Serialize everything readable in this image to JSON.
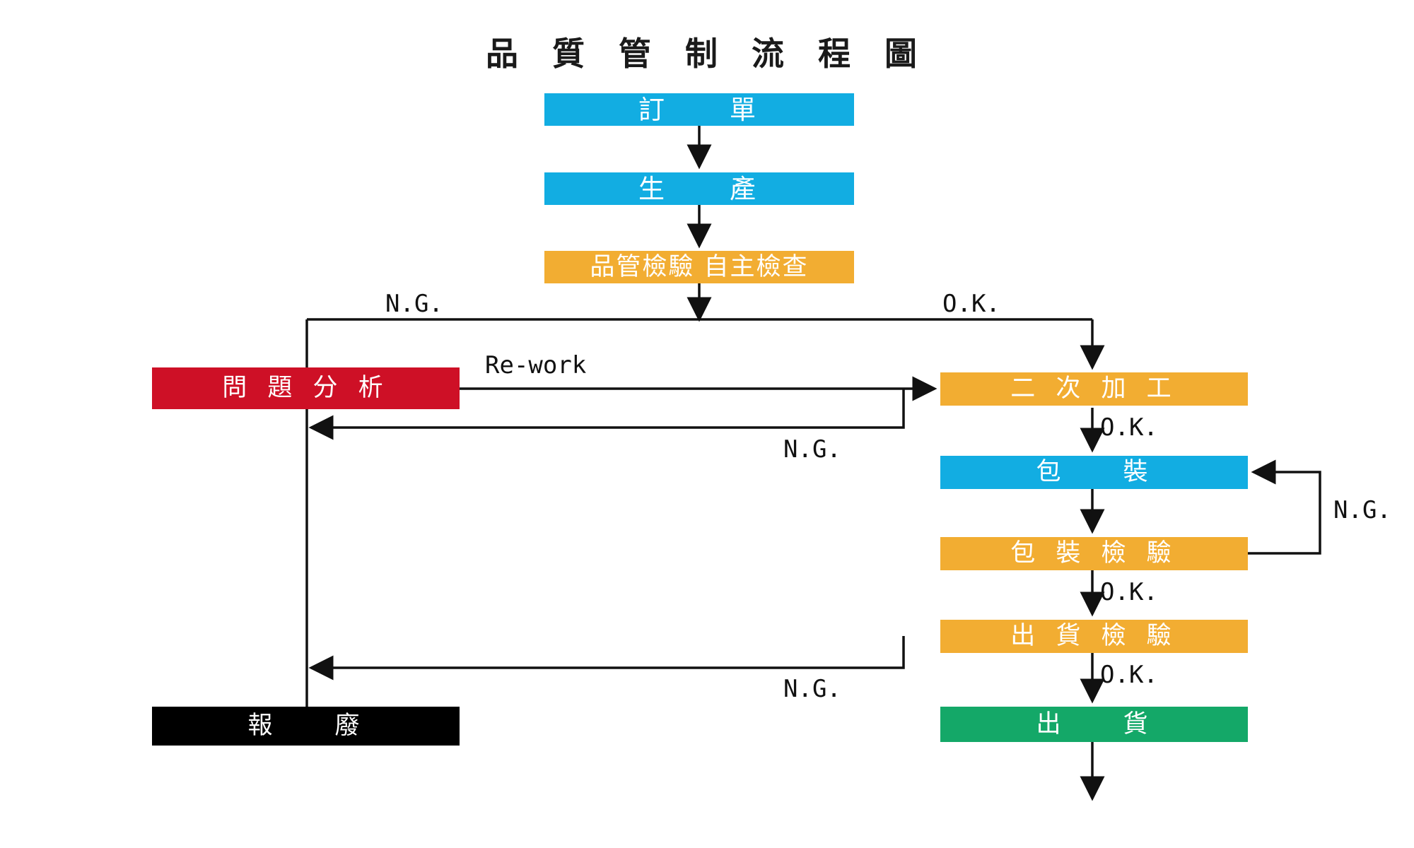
{
  "title": "品 質 管 制 流 程 圖",
  "colors": {
    "blue": "#12ADE2",
    "orange": "#F2AD32",
    "red": "#CE1026",
    "green": "#14A868",
    "black": "#000000",
    "line": "#111111",
    "text_on_fill": "#FFFFFF"
  },
  "nodes": {
    "order": "訂　　單",
    "production": "生　　產",
    "qc_inspection": "品管檢驗 自主檢查",
    "problem_analysis": "問 題 分 析",
    "secondary_processing": "二 次 加 工",
    "packaging": "包　　裝",
    "packaging_inspection": "包 裝 檢 驗",
    "shipping_inspection": "出 貨 檢 驗",
    "shipping": "出　　貨",
    "scrap": "報　　廢"
  },
  "edge_labels": {
    "qc_ng": "N.G.",
    "qc_ok": "O.K.",
    "rework": "Re-work",
    "secondary_ng": "N.G.",
    "secondary_ok": "O.K.",
    "packaging_inspection_ng": "N.G.",
    "packaging_inspection_ok": "O.K.",
    "shipping_inspection_ng": "N.G.",
    "shipping_inspection_ok": "O.K."
  },
  "flow": {
    "type": "flowchart",
    "orientation": "top-down",
    "steps": [
      {
        "id": "order",
        "label": "訂　　單",
        "color": "blue"
      },
      {
        "id": "production",
        "label": "生　　產",
        "color": "blue"
      },
      {
        "id": "qc_inspection",
        "label": "品管檢驗 自主檢查",
        "color": "orange"
      },
      {
        "id": "problem_analysis",
        "label": "問 題 分 析",
        "color": "red"
      },
      {
        "id": "secondary_processing",
        "label": "二 次 加 工",
        "color": "orange"
      },
      {
        "id": "packaging",
        "label": "包　　裝",
        "color": "blue"
      },
      {
        "id": "packaging_inspection",
        "label": "包 裝 檢 驗",
        "color": "orange"
      },
      {
        "id": "shipping_inspection",
        "label": "出 貨 檢 驗",
        "color": "orange"
      },
      {
        "id": "shipping",
        "label": "出　　貨",
        "color": "green"
      },
      {
        "id": "scrap",
        "label": "報　　廢",
        "color": "black"
      }
    ],
    "edges": [
      {
        "from": "order",
        "to": "production",
        "label": ""
      },
      {
        "from": "production",
        "to": "qc_inspection",
        "label": ""
      },
      {
        "from": "qc_inspection",
        "to": "problem_analysis",
        "label": "N.G."
      },
      {
        "from": "qc_inspection",
        "to": "secondary_processing",
        "label": "O.K."
      },
      {
        "from": "problem_analysis",
        "to": "secondary_processing",
        "label": "Re-work"
      },
      {
        "from": "secondary_processing",
        "to": "problem_analysis",
        "label": "N.G."
      },
      {
        "from": "secondary_processing",
        "to": "packaging",
        "label": "O.K."
      },
      {
        "from": "packaging",
        "to": "packaging_inspection",
        "label": ""
      },
      {
        "from": "packaging_inspection",
        "to": "packaging",
        "label": "N.G."
      },
      {
        "from": "packaging_inspection",
        "to": "shipping_inspection",
        "label": "O.K."
      },
      {
        "from": "shipping_inspection",
        "to": "problem_analysis",
        "label": "N.G."
      },
      {
        "from": "shipping_inspection",
        "to": "shipping",
        "label": "O.K."
      },
      {
        "from": "problem_analysis",
        "to": "scrap",
        "label": ""
      }
    ]
  }
}
